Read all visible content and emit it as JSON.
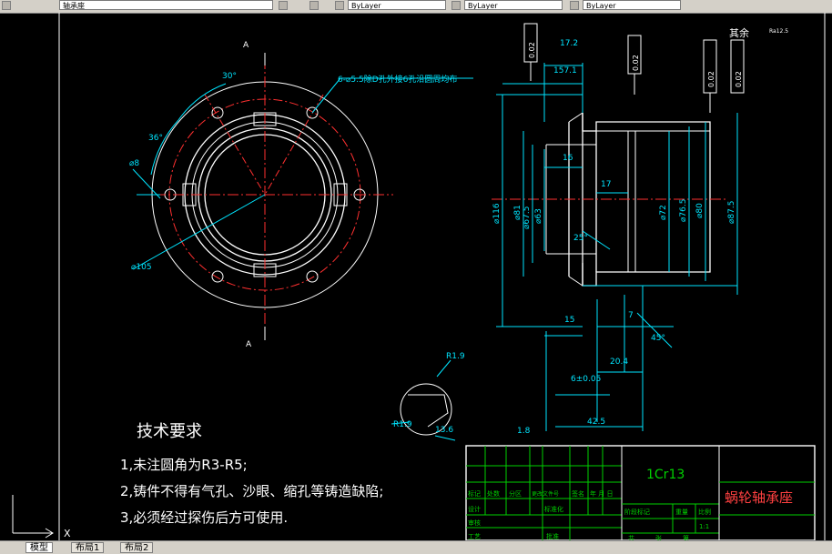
{
  "toolbar": {
    "layer_box": "轴承座",
    "linetype_box": "ByLayer",
    "lineweight_box": "ByLayer",
    "color_box": "ByLayer"
  },
  "drawing": {
    "title_name": "蜗轮轴承座",
    "material": "1Cr13",
    "scale": "1:1",
    "surface_note": "其余",
    "roughness_ra": "Ra12.5",
    "tech_title": "技术要求",
    "tech_items": [
      "1,未注圆角为R3-R5;",
      "2,铸件不得有气孔、沙眼、缩孔等铸造缺陷;",
      "3,必须经过探伤后方可使用."
    ],
    "holes_note": "6-⌀5.5除D孔外接6孔沿圆周均布",
    "section_a": "A",
    "dims_front": {
      "angle_30": "30°",
      "angle_36": "36°",
      "d8": "⌀8",
      "d105": "⌀105"
    },
    "dims_section": {
      "d116": "⌀116",
      "d81": "⌀81",
      "d675": "⌀67.5",
      "d63": "⌀63",
      "d72": "⌀72",
      "d765": "⌀76.5",
      "d80": "⌀80",
      "d875": "⌀87.5",
      "l172": "17.2",
      "l1571": "157.1",
      "l16": "16",
      "l17": "17",
      "l15": "15",
      "l7": "7",
      "l204": "20.4",
      "l6": "6±0.05",
      "l425": "42.5",
      "l18": "1.8",
      "ang25": "25°",
      "ang45": "45°",
      "tol_002a": "0.02",
      "tol_002b": "0.02",
      "tol_002c": "0.02",
      "tol_002d": "0.02"
    },
    "detail": {
      "r19a": "R1.9",
      "r19b": "R1.9",
      "r36": "13.6"
    },
    "title_block": {
      "row1": [
        "标记",
        "处数",
        "分区",
        "更改文件号",
        "签名",
        "年 月 日"
      ],
      "sheji": "设计",
      "biaozhunhua": "标准化",
      "shenhe": "审核",
      "gongyi": "工艺",
      "pizhun": "批准",
      "jieduan": "阶段标记",
      "zhongliang": "重量",
      "bili": "比例",
      "gong": "共",
      "zhang": "张",
      "di": "第"
    }
  },
  "tabs": [
    "模型",
    "布局1",
    "布局2"
  ],
  "ucs_label": "X"
}
